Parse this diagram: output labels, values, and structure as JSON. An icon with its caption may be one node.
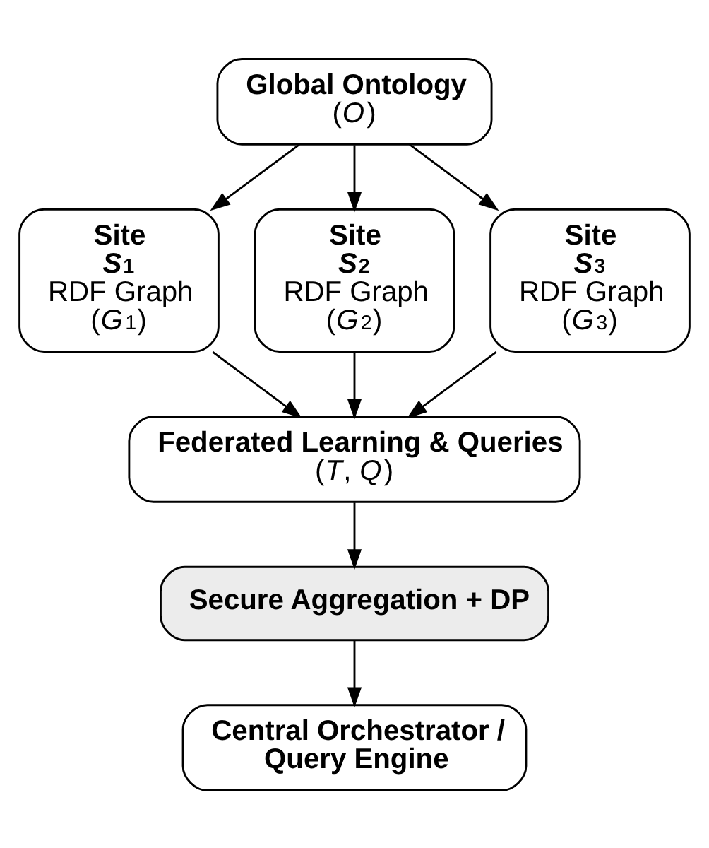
{
  "diagram": {
    "nodes": [
      {
        "text": [
          "Global Ontology",
          "(*O*)"
        ]
      },
      {
        "text": [
          "Site *S*$_{1}$",
          "RDF Graph (*G*$_{1}$)"
        ]
      },
      {
        "text": [
          "Site *S*$_{2}$",
          "RDF Graph (*G*$_{2}$)"
        ]
      },
      {
        "text": [
          "Site *S*$_{3}$",
          "RDF Graph (*G*$_{3}$)"
        ]
      },
      {
        "text": [
          "Federated Learning & Queries",
          "(*T*, *Q*)"
        ]
      },
      {
        "text": [
          "Secure Aggregation + DP"
        ]
      },
      {
        "text": [
          "Central Orchestrator / Query Engine"
        ]
      }
    ],
    "edges": [
      {
        "from": 0,
        "to": 1,
        "arrow": "to"
      },
      {
        "from": 0,
        "to": 2,
        "arrow": "to"
      },
      {
        "from": 0,
        "to": 3,
        "arrow": "to"
      },
      {
        "from": 1,
        "to": 4,
        "arrow": "to"
      },
      {
        "from": 2,
        "to": 4,
        "arrow": "to"
      },
      {
        "from": 3,
        "to": 4,
        "arrow": "to"
      },
      {
        "from": 4,
        "to": 5,
        "arrow": "to"
      },
      {
        "from": 5,
        "to": 6,
        "arrow": "to"
      }
    ]
  }
}
